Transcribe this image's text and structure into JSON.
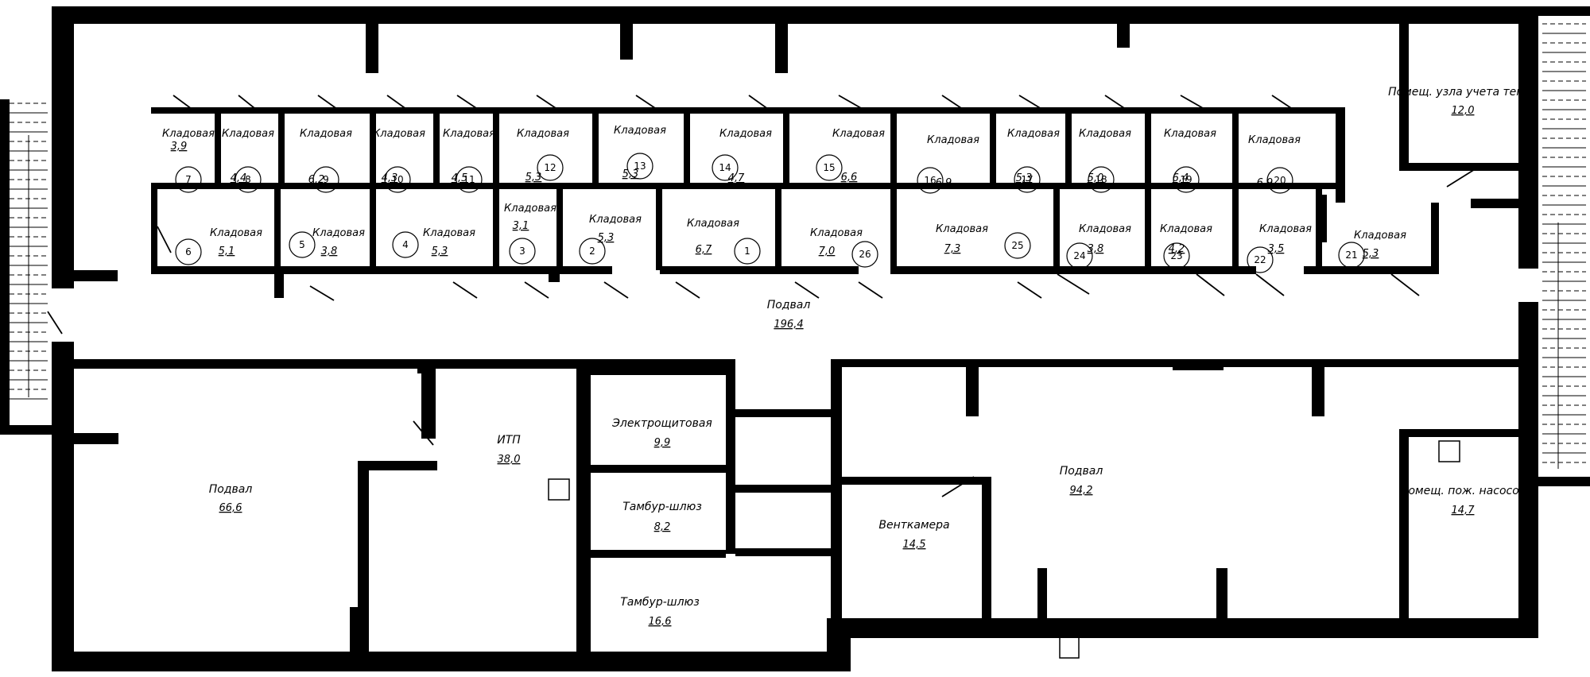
{
  "rooms": [
    {
      "id": "st7",
      "name": "Кладовая",
      "area": "3,9",
      "num": "7"
    },
    {
      "id": "st8",
      "name": "Кладовая",
      "area": "4,4",
      "num": "8"
    },
    {
      "id": "st9",
      "name": "Кладовая",
      "area": "6,2",
      "num": "9"
    },
    {
      "id": "st10",
      "name": "Кладовая",
      "area": "4,3",
      "num": "10"
    },
    {
      "id": "st11",
      "name": "Кладовая",
      "area": "4,5",
      "num": "11"
    },
    {
      "id": "st12",
      "name": "Кладовая",
      "area": "5,3",
      "num": "12"
    },
    {
      "id": "st13",
      "name": "Кладовая",
      "area": "5,3",
      "num": "13"
    },
    {
      "id": "st14",
      "name": "Кладовая",
      "area": "4,7",
      "num": "14"
    },
    {
      "id": "st15",
      "name": "Кладовая",
      "area": "6,6",
      "num": "15"
    },
    {
      "id": "st16",
      "name": "Кладовая",
      "area": "6,9",
      "num": "16"
    },
    {
      "id": "st17",
      "name": "Кладовая",
      "area": "5,3",
      "num": "17"
    },
    {
      "id": "st18",
      "name": "Кладовая",
      "area": "5,0",
      "num": "18"
    },
    {
      "id": "st19",
      "name": "Кладовая",
      "area": "6,4",
      "num": "19"
    },
    {
      "id": "st20",
      "name": "Кладовая",
      "area": "6,9",
      "num": "20"
    },
    {
      "id": "st6",
      "name": "Кладовая",
      "area": "5,1",
      "num": "6"
    },
    {
      "id": "st5",
      "name": "Кладовая",
      "area": "3,8",
      "num": "5"
    },
    {
      "id": "st4",
      "name": "Кладовая",
      "area": "5,3",
      "num": "4"
    },
    {
      "id": "st3",
      "name": "Кладовая",
      "area": "3,1",
      "num": "3"
    },
    {
      "id": "st2",
      "name": "Кладовая",
      "area": "5,3",
      "num": "2"
    },
    {
      "id": "st1",
      "name": "Кладовая",
      "area": "6,7",
      "num": "1"
    },
    {
      "id": "st26",
      "name": "Кладовая",
      "area": "7,0",
      "num": "26"
    },
    {
      "id": "st25",
      "name": "Кладовая",
      "area": "7,3",
      "num": "25"
    },
    {
      "id": "st24",
      "name": "Кладовая",
      "area": "3,8",
      "num": "24"
    },
    {
      "id": "st23",
      "name": "Кладовая",
      "area": "4,2",
      "num": "23"
    },
    {
      "id": "st22",
      "name": "Кладовая",
      "area": "3,5",
      "num": "22"
    },
    {
      "id": "st21",
      "name": "Кладовая",
      "area": "5,3",
      "num": "21"
    },
    {
      "id": "heat",
      "name": "Помещ. узла учета тепла",
      "area": "12,0"
    },
    {
      "id": "corridor",
      "name": "Подвал",
      "area": "196,4"
    },
    {
      "id": "basement-left",
      "name": "Подвал",
      "area": "66,6"
    },
    {
      "id": "itp",
      "name": "ИТП",
      "area": "38,0"
    },
    {
      "id": "electric",
      "name": "Электрощитовая",
      "area": "9,9"
    },
    {
      "id": "airlock1",
      "name": "Тамбур-шлюз",
      "area": "8,2"
    },
    {
      "id": "airlock2",
      "name": "Тамбур-шлюз",
      "area": "16,6"
    },
    {
      "id": "vent",
      "name": "Венткамера",
      "area": "14,5"
    },
    {
      "id": "basement-right",
      "name": "Подвал",
      "area": "94,2"
    },
    {
      "id": "pumps",
      "name": "Помещ. пож. насосов",
      "area": "14,7"
    }
  ]
}
